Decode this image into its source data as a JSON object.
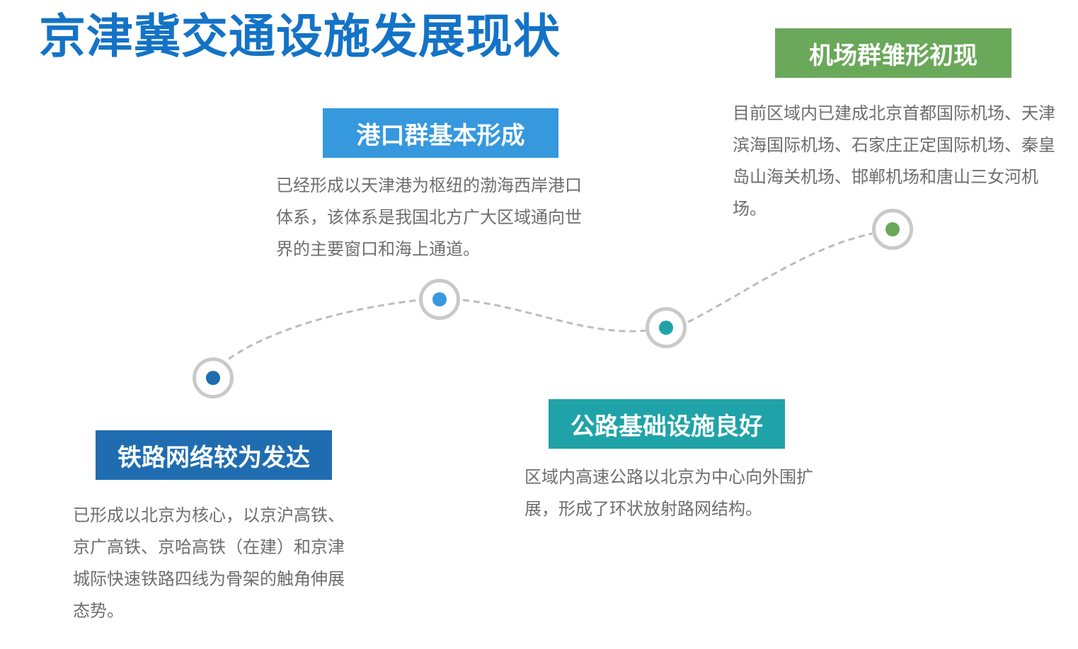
{
  "title": "京津冀交通设施发展现状",
  "colors": {
    "title": "#1473c6",
    "railway": "#1f6db0",
    "port": "#3698dd",
    "highway": "#1fa3a8",
    "airport": "#6aa85a",
    "curve": "#bdbdbd",
    "text": "#6e6e6e"
  },
  "sections": {
    "railway": {
      "heading": "铁路网络较为发达",
      "body": "已形成以北京为核心，以京沪高铁、京广高铁、京哈高铁（在建）和京津城际快速铁路四线为骨架的触角伸展态势。"
    },
    "port": {
      "heading": "港口群基本形成",
      "body": "已经形成以天津港为枢纽的渤海西岸港口体系，该体系是我国北方广大区域通向世界的主要窗口和海上通道。"
    },
    "highway": {
      "heading": "公路基础设施良好",
      "body": "区域内高速公路以北京为中心向外围扩展，形成了环状放射路网结构。"
    },
    "airport": {
      "heading": "机场群雏形初现",
      "body": "目前区域内已建成北京首都国际机场、天津滨海国际机场、石家庄正定国际机场、秦皇岛山海关机场、邯郸机场和唐山三女河机场。"
    }
  }
}
